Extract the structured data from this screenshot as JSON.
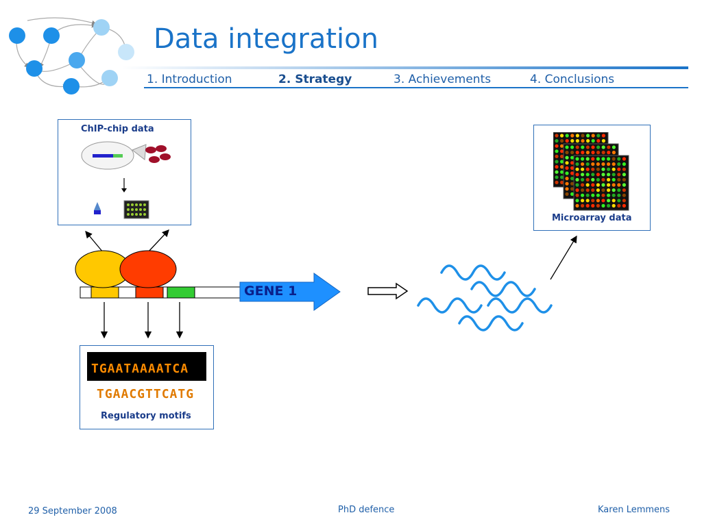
{
  "slide": {
    "title": "Data integration",
    "nav": [
      {
        "label": "1. Introduction",
        "active": false
      },
      {
        "label": "2. Strategy",
        "active": true
      },
      {
        "label": "3. Achievements",
        "active": false
      },
      {
        "label": "4. Conclusions",
        "active": false
      }
    ]
  },
  "diagram": {
    "chip_label": "ChIP-chip data",
    "microarray_label": "Microarray data",
    "gene_label": "GENE 1",
    "motifs_label": "Regulatory motifs",
    "motif_top": "TGAATAAAATCA",
    "motif_bottom": "TGAACGTTCATG"
  },
  "footer": {
    "date": "29 September 2008",
    "event": "PhD defence",
    "author": "Karen Lemmens"
  },
  "colors": {
    "title": "#1a73c8",
    "node_dark": "#1e90e8",
    "node_light": "#9fd3f5",
    "tf_yellow": "#ffc800",
    "tf_red": "#ff3c00",
    "site_green": "#33cc33",
    "gene_arrow": "#1e90ff",
    "wave": "#1e90e8"
  }
}
